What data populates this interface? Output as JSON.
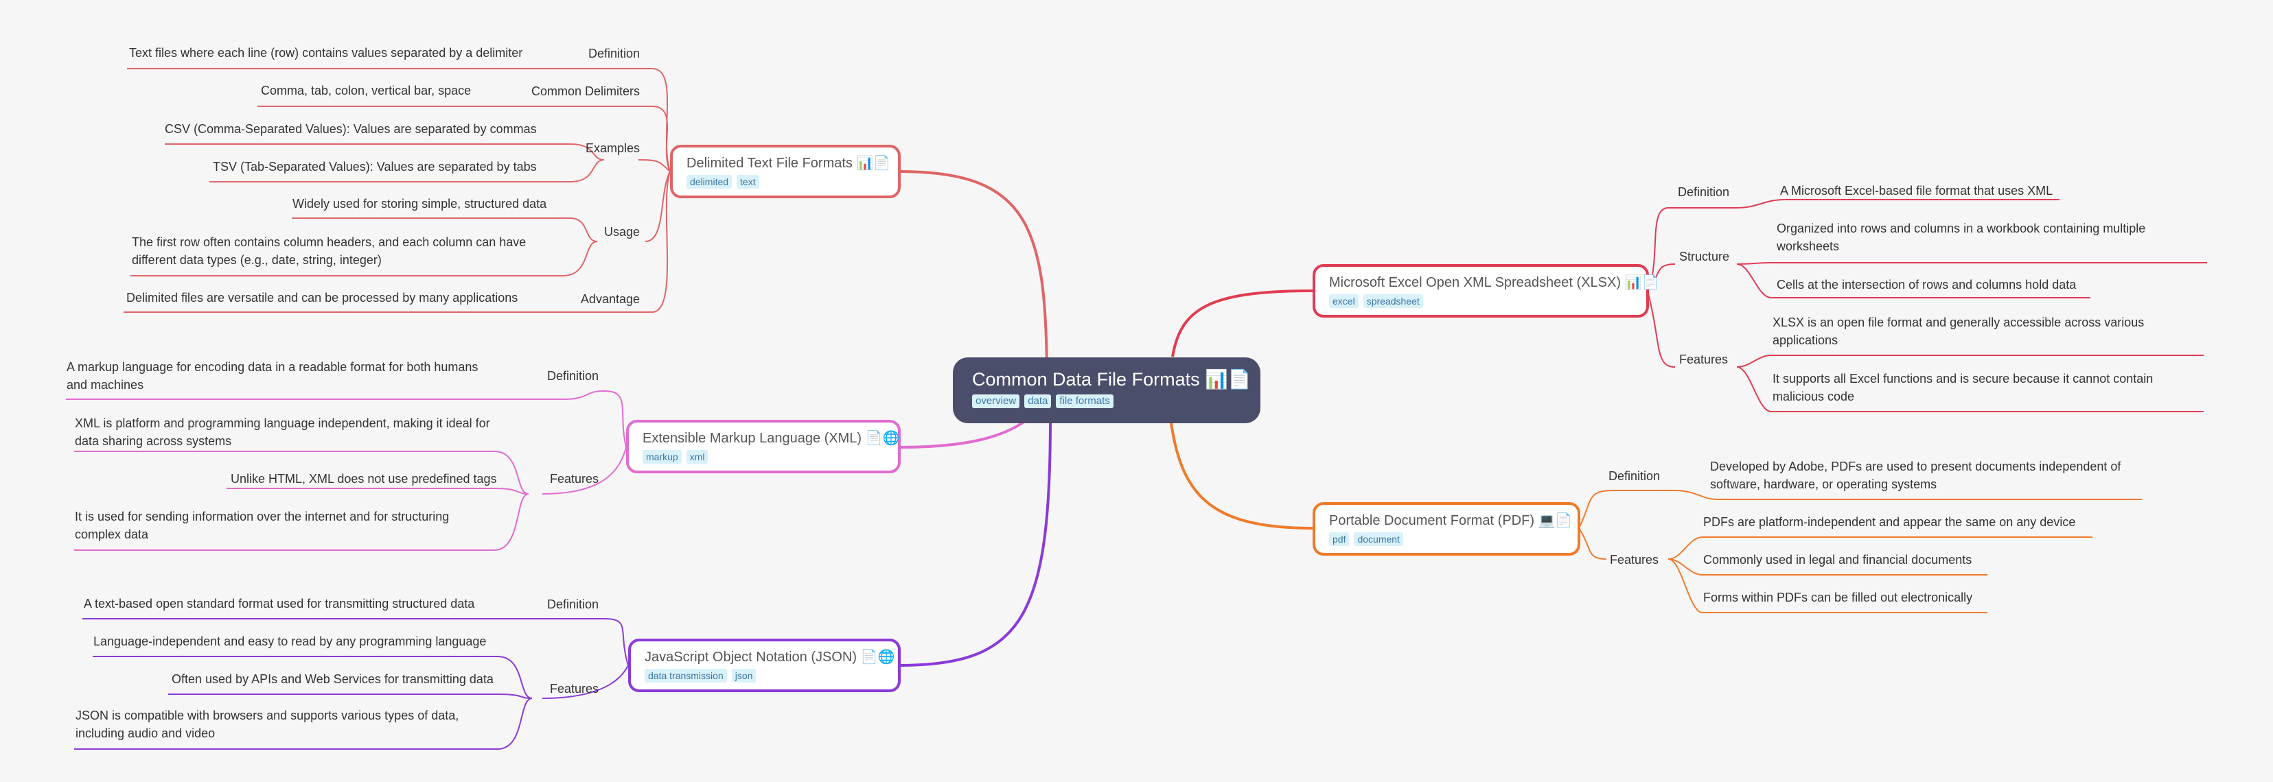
{
  "root": {
    "title": "Common Data File Formats 📊📄",
    "tags": [
      "overview",
      "data",
      "file formats"
    ]
  },
  "branches": {
    "delimited": {
      "title": "Delimited Text File Formats 📊📄",
      "tags": [
        "delimited",
        "text"
      ],
      "color": "#e06467",
      "definition_label": "Definition",
      "definition": "Text files where each line (row) contains values separated by a delimiter",
      "delimiters_label": "Common Delimiters",
      "delimiters": "Comma, tab, colon, vertical bar, space",
      "examples_label": "Examples",
      "examples": [
        "CSV (Comma-Separated Values): Values are separated by commas",
        "TSV (Tab-Separated Values): Values are separated by tabs"
      ],
      "usage_label": "Usage",
      "usage": [
        "Widely used for storing simple, structured data",
        "The first row often contains column headers, and each column can have different data types (e.g., date, string, integer)"
      ],
      "advantage_label": "Advantage",
      "advantage": "Delimited files are versatile and can be processed by many applications"
    },
    "xml": {
      "title": "Extensible Markup Language (XML) 📄🌐",
      "tags": [
        "markup",
        "xml"
      ],
      "color": "#e06ccf",
      "definition_label": "Definition",
      "definition": "A markup language for encoding data in a readable format for both humans and machines",
      "features_label": "Features",
      "features": [
        "XML is platform and programming language independent, making it ideal for data sharing across systems",
        "Unlike HTML, XML does not use predefined tags",
        "It is used for sending information over the internet and for structuring complex data"
      ]
    },
    "json": {
      "title": "JavaScript Object Notation (JSON) 📄🌐",
      "tags": [
        "data transmission",
        "json"
      ],
      "color": "#8a3ad6",
      "definition_label": "Definition",
      "definition": "A text-based open standard format used for transmitting structured data",
      "features_label": "Features",
      "features": [
        "Language-independent and easy to read by any programming language",
        "Often used by APIs and Web Services for transmitting data",
        "JSON is compatible with browsers and supports various types of data, including audio and video"
      ]
    },
    "xlsx": {
      "title": "Microsoft Excel Open XML Spreadsheet (XLSX) 📊📄",
      "tags": [
        "excel",
        "spreadsheet"
      ],
      "color": "#e03c52",
      "definition_label": "Definition",
      "definition": "A Microsoft Excel-based file format that uses XML",
      "structure_label": "Structure",
      "structure": [
        "Organized into rows and columns in a workbook containing multiple worksheets",
        "Cells at the intersection of rows and columns hold data"
      ],
      "features_label": "Features",
      "features": [
        "XLSX is an open file format and generally accessible across various applications",
        "It supports all Excel functions and is secure because it cannot contain malicious code"
      ]
    },
    "pdf": {
      "title": "Portable Document Format (PDF) 💻📄",
      "tags": [
        "pdf",
        "document"
      ],
      "color": "#f07a2a",
      "definition_label": "Definition",
      "definition": "Developed by Adobe, PDFs are used to present documents independent of software, hardware, or operating systems",
      "features_label": "Features",
      "features": [
        "PDFs are platform-independent and appear the same on any device",
        "Commonly used in legal and financial documents",
        "Forms within PDFs can be filled out electronically"
      ]
    }
  }
}
